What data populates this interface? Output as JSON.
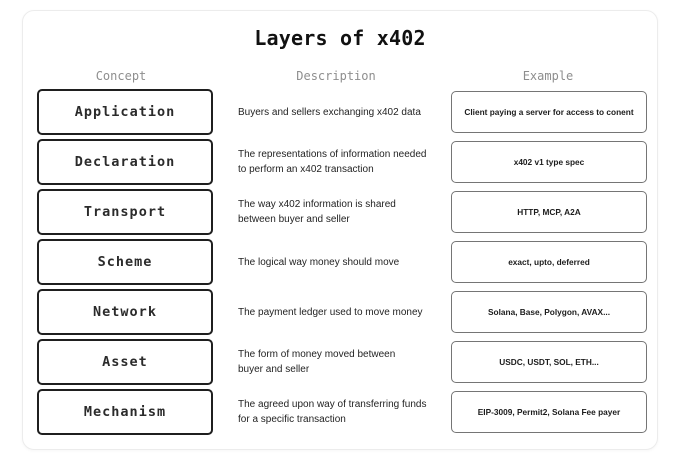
{
  "title": "Layers of x402",
  "columns": {
    "concept": "Concept",
    "description": "Description",
    "example": "Example"
  },
  "rows": [
    {
      "concept": "Application",
      "description": "Buyers and sellers exchanging x402 data",
      "example": "Client paying a server for access to conent"
    },
    {
      "concept": "Declaration",
      "description": "The representations of information needed\nto perform an x402 transaction",
      "example": "x402 v1 type spec"
    },
    {
      "concept": "Transport",
      "description": "The way x402 information is shared\nbetween buyer and seller",
      "example": "HTTP, MCP, A2A"
    },
    {
      "concept": "Scheme",
      "description": "The logical way money should move",
      "example": "exact, upto, deferred"
    },
    {
      "concept": "Network",
      "description": "The payment ledger used to move money",
      "example": "Solana, Base, Polygon, AVAX..."
    },
    {
      "concept": "Asset",
      "description": "The form of money moved between\nbuyer and seller",
      "example": "USDC, USDT, SOL, ETH..."
    },
    {
      "concept": "Mechanism",
      "description": "The agreed upon way of transferring funds\nfor a specific transaction",
      "example": "EIP-3009, Permit2, Solana Fee payer"
    }
  ],
  "colors": {
    "concept_border": "#1f1f1f",
    "example_border": "#757575",
    "header_text": "#8e8e8e",
    "card_border": "#ececec"
  }
}
